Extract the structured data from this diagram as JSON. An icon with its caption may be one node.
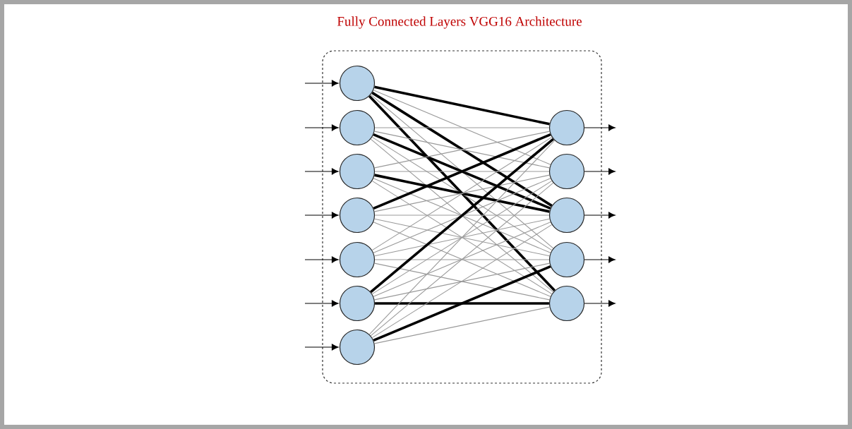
{
  "diagram": {
    "title": "Fully Connected Layers VGG16 Architecture",
    "nodes": [
      {
        "text": [],
        "shape": "box"
      },
      {
        "text": [],
        "shape": "circle",
        "in": 0
      },
      {
        "text": [],
        "shape": "circle",
        "in": 0
      },
      {
        "text": [],
        "shape": "circle",
        "in": 0
      },
      {
        "text": [],
        "shape": "circle",
        "in": 0
      },
      {
        "text": [],
        "shape": "circle",
        "in": 0
      },
      {
        "text": [],
        "shape": "circle",
        "in": 0
      },
      {
        "text": [],
        "shape": "circle",
        "in": 0
      },
      {
        "text": [],
        "shape": "circle",
        "in": 0
      },
      {
        "text": [],
        "shape": "circle",
        "in": 0
      },
      {
        "text": [],
        "shape": "circle",
        "in": 0
      },
      {
        "text": [],
        "shape": "circle",
        "in": 0
      },
      {
        "text": [],
        "shape": "circle",
        "in": 0
      }
    ],
    "edges": [
      {
        "from": null,
        "to": 1,
        "arrow": "to",
        "color": "#000000"
      },
      {
        "from": null,
        "to": 2,
        "arrow": "to",
        "color": "#000000"
      },
      {
        "from": null,
        "to": 3,
        "arrow": "to",
        "color": "#000000"
      },
      {
        "from": null,
        "to": 4,
        "arrow": "to",
        "color": "#000000"
      },
      {
        "from": null,
        "to": 5,
        "arrow": "to",
        "color": "#000000"
      },
      {
        "from": null,
        "to": 6,
        "arrow": "to",
        "color": "#000000"
      },
      {
        "from": null,
        "to": 7,
        "arrow": "to",
        "color": "#000000"
      },
      {
        "from": 1,
        "to": 8,
        "arrow": "none",
        "style": "thick",
        "color": "#000000"
      },
      {
        "from": 1,
        "to": 9,
        "arrow": "none"
      },
      {
        "from": 1,
        "to": 10,
        "arrow": "none",
        "style": "thick",
        "color": "#000000"
      },
      {
        "from": 1,
        "to": 11,
        "arrow": "none"
      },
      {
        "from": 1,
        "to": 12,
        "arrow": "none",
        "style": "thick",
        "color": "#000000"
      },
      {
        "from": 2,
        "to": 8,
        "arrow": "none"
      },
      {
        "from": 2,
        "to": 9,
        "arrow": "none"
      },
      {
        "from": 2,
        "to": 10,
        "arrow": "none",
        "style": "thick",
        "color": "#000000"
      },
      {
        "from": 2,
        "to": 11,
        "arrow": "none"
      },
      {
        "from": 2,
        "to": 12,
        "arrow": "none"
      },
      {
        "from": 3,
        "to": 8,
        "arrow": "none"
      },
      {
        "from": 3,
        "to": 9,
        "arrow": "none"
      },
      {
        "from": 3,
        "to": 10,
        "arrow": "none",
        "style": "thick",
        "color": "#000000"
      },
      {
        "from": 3,
        "to": 11,
        "arrow": "none"
      },
      {
        "from": 3,
        "to": 12,
        "arrow": "none"
      },
      {
        "from": 4,
        "to": 8,
        "arrow": "none",
        "style": "thick",
        "color": "#000000"
      },
      {
        "from": 4,
        "to": 9,
        "arrow": "none"
      },
      {
        "from": 4,
        "to": 10,
        "arrow": "none"
      },
      {
        "from": 4,
        "to": 11,
        "arrow": "none"
      },
      {
        "from": 4,
        "to": 12,
        "arrow": "none"
      },
      {
        "from": 5,
        "to": 8,
        "arrow": "none"
      },
      {
        "from": 5,
        "to": 9,
        "arrow": "none"
      },
      {
        "from": 5,
        "to": 10,
        "arrow": "none"
      },
      {
        "from": 5,
        "to": 11,
        "arrow": "none"
      },
      {
        "from": 5,
        "to": 12,
        "arrow": "none"
      },
      {
        "from": 6,
        "to": 8,
        "arrow": "none",
        "style": "thick",
        "color": "#000000"
      },
      {
        "from": 6,
        "to": 9,
        "arrow": "none"
      },
      {
        "from": 6,
        "to": 10,
        "arrow": "none"
      },
      {
        "from": 6,
        "to": 11,
        "arrow": "none"
      },
      {
        "from": 6,
        "to": 12,
        "arrow": "none",
        "style": "thick",
        "color": "#000000"
      },
      {
        "from": 7,
        "to": 8,
        "arrow": "none"
      },
      {
        "from": 7,
        "to": 9,
        "arrow": "none"
      },
      {
        "from": 7,
        "to": 10,
        "arrow": "none"
      },
      {
        "from": 7,
        "to": 11,
        "arrow": "none",
        "style": "thick",
        "color": "#000000"
      },
      {
        "from": 7,
        "to": 12,
        "arrow": "none"
      },
      {
        "from": 8,
        "to": null,
        "arrow": "to",
        "color": "#000000"
      },
      {
        "from": 9,
        "to": null,
        "arrow": "to",
        "color": "#000000"
      },
      {
        "from": 10,
        "to": null,
        "arrow": "to",
        "color": "#000000"
      },
      {
        "from": 11,
        "to": null,
        "arrow": "to",
        "color": "#000000"
      },
      {
        "from": 12,
        "to": null,
        "arrow": "to",
        "color": "#000000"
      }
    ]
  }
}
